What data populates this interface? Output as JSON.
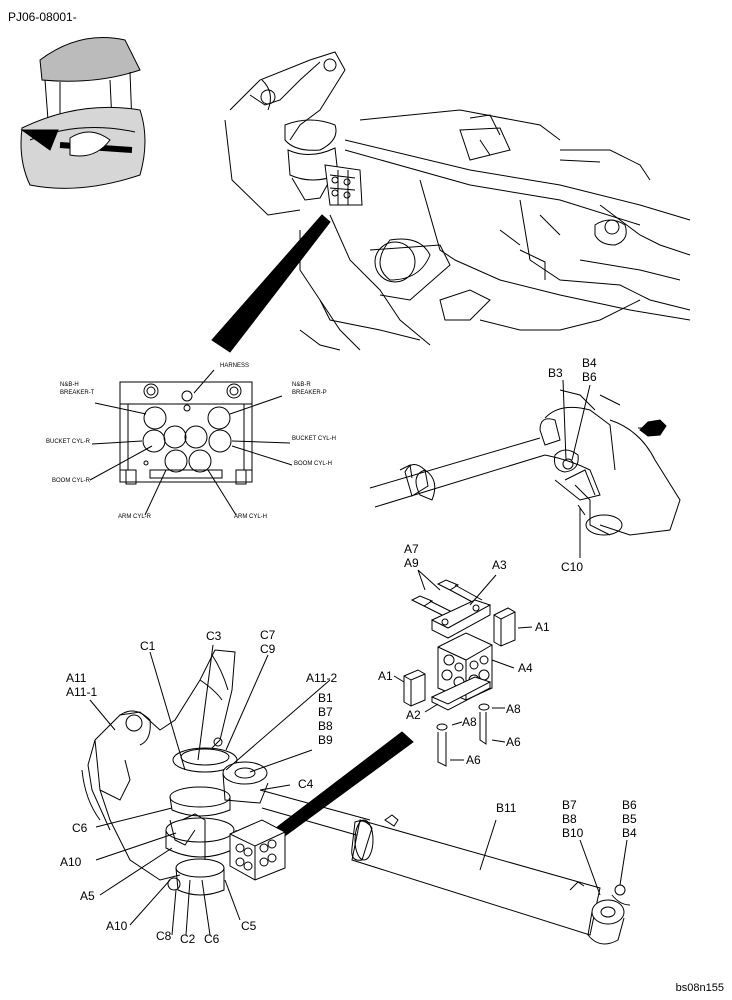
{
  "header": {
    "code": "PJ06-08001-"
  },
  "footer": {
    "code": "bs08n155"
  },
  "valve_block_labels": {
    "harness": "HARNESS",
    "nb_h": "N&B-H",
    "breaker_t": "BREAKER-T",
    "nb_r": "N&B-R",
    "breaker_p": "BREAKER-P",
    "bucket_cyl_r": "BUCKET CYL-R",
    "bucket_cyl_h": "BUCKET CYL-H",
    "boom_cyl_r": "BOOM CYL-R",
    "boom_cyl_h": "BOOM CYL-H",
    "arm_cyl_r": "ARM CYL-R",
    "arm_cyl_h": "ARM CYL-H"
  },
  "callouts": {
    "b3": "B3",
    "b4": "B4",
    "b6": "B6",
    "c10": "C10",
    "a7": "A7",
    "a9": "A9",
    "a3": "A3",
    "a1": "A1",
    "a4": "A4",
    "a2": "A2",
    "a8": "A8",
    "a6": "A6",
    "a11": "A11",
    "a11_1": "A11-1",
    "c1": "C1",
    "c3": "C3",
    "c7": "C7",
    "c9": "C9",
    "a11_2": "A11-2",
    "b1": "B1",
    "b7": "B7",
    "b8": "B8",
    "b9": "B9",
    "c4": "C4",
    "c6": "C6",
    "a10": "A10",
    "a5": "A5",
    "c8": "C8",
    "c2": "C2",
    "c5": "C5",
    "b11": "B11",
    "b10": "B10",
    "b5": "B5"
  }
}
